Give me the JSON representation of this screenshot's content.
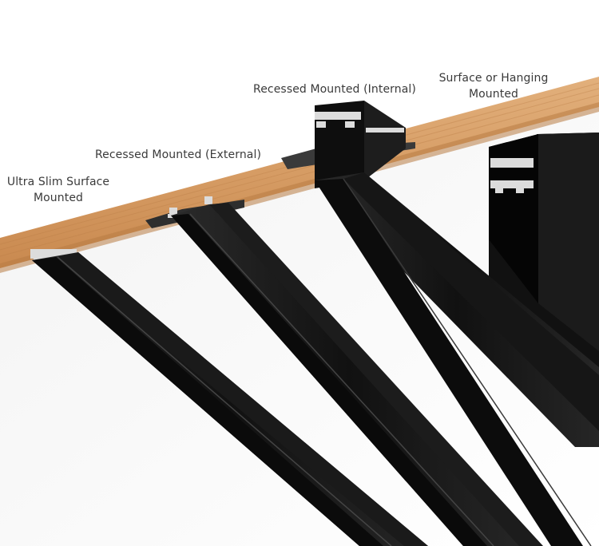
{
  "labels": {
    "ultra_slim": {
      "line1": "Ultra Slim Surface",
      "line2": "Mounted"
    },
    "recessed_external": {
      "line1": "Recessed Mounted (External)"
    },
    "recessed_internal": {
      "line1": "Recessed Mounted (Internal)"
    },
    "surface_hanging": {
      "line1": "Surface or Hanging",
      "line2": "Mounted"
    }
  },
  "colors": {
    "background": "#ffffff",
    "ceiling_shadow": "#eaeaea",
    "wood": "#d9a26c",
    "wood_edge": "#c08550",
    "profile_black": "#141414",
    "profile_highlight": "#3a3a3a",
    "aluminium": "#dcdcdc",
    "label_text": "#3a3a3a"
  }
}
